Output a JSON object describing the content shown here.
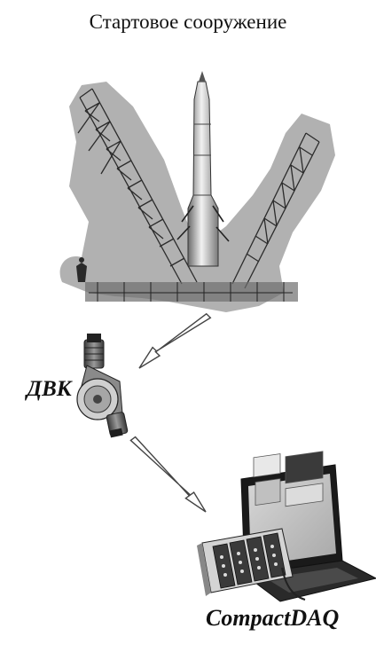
{
  "title": "Стартовое сооружение",
  "labels": {
    "sensor": "ДВК",
    "daq": "CompactDAQ"
  },
  "icons": {
    "launch_pad": "launch-pad-rocket-illustration",
    "sensor": "pressure-sensor-illustration",
    "daq": "laptop-and-daq-chassis-illustration"
  },
  "colors": {
    "text": "#111111",
    "arrow_stroke": "#444444",
    "silhouette": "#9c9c9c"
  }
}
